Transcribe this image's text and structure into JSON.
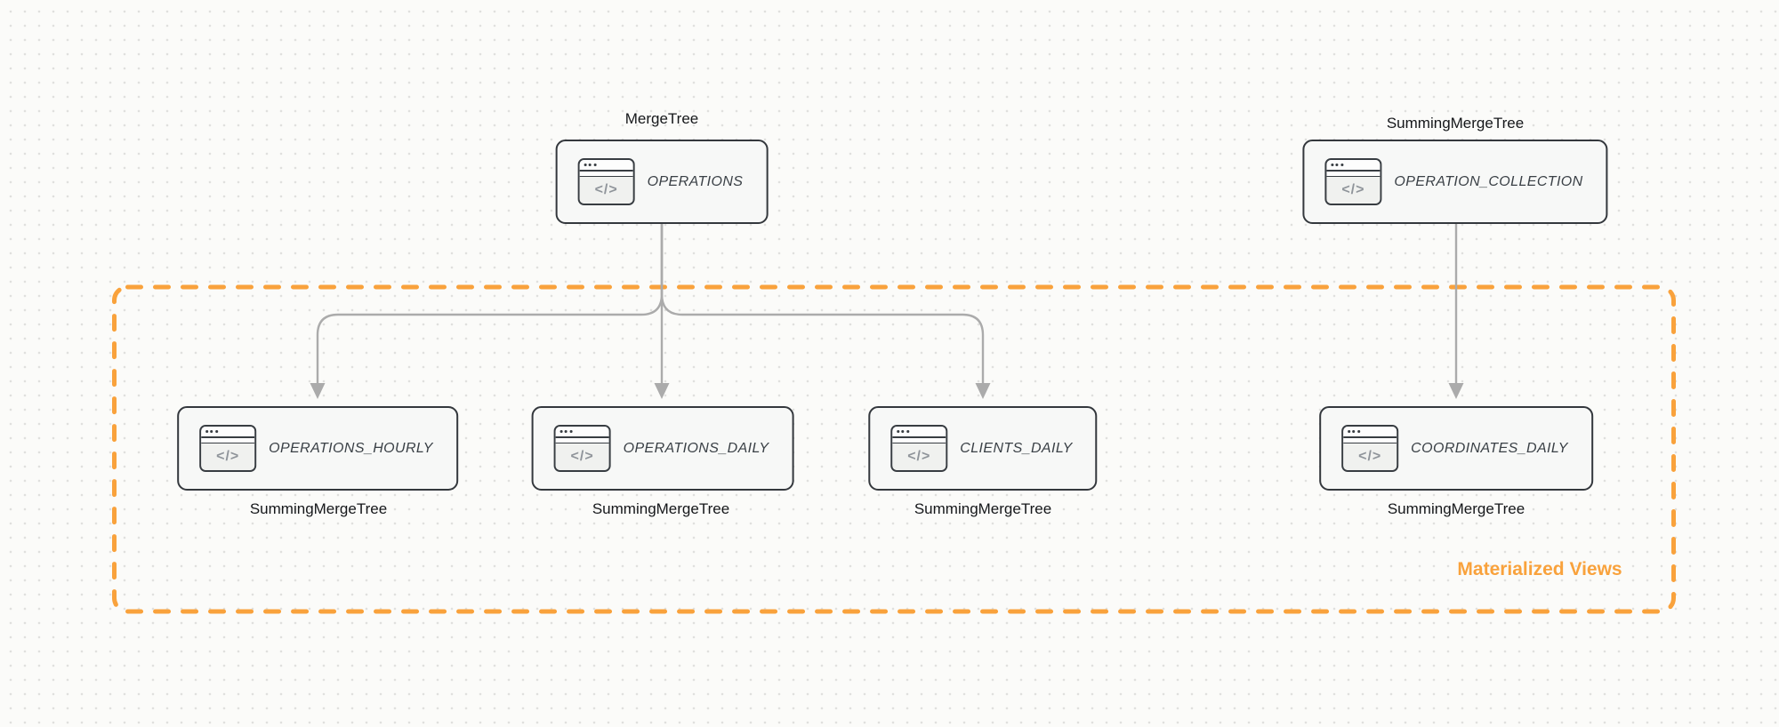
{
  "diagram": {
    "icon_glyph": "</>",
    "region": {
      "label": "Materialized Views",
      "border_color": "#F9A23C"
    },
    "nodes": {
      "operations": {
        "table": "OPERATIONS",
        "engine": "MergeTree"
      },
      "operation_collection": {
        "table": "OPERATION_COLLECTION",
        "engine": "SummingMergeTree"
      },
      "operations_hourly": {
        "table": "OPERATIONS_HOURLY",
        "engine": "SummingMergeTree"
      },
      "operations_daily": {
        "table": "OPERATIONS_DAILY",
        "engine": "SummingMergeTree"
      },
      "clients_daily": {
        "table": "CLIENTS_DAILY",
        "engine": "SummingMergeTree"
      },
      "coordinates_daily": {
        "table": "COORDINATES_DAILY",
        "engine": "SummingMergeTree"
      }
    },
    "edges": [
      {
        "from": "OPERATIONS",
        "to": "OPERATIONS_HOURLY"
      },
      {
        "from": "OPERATIONS",
        "to": "OPERATIONS_DAILY"
      },
      {
        "from": "OPERATIONS",
        "to": "CLIENTS_DAILY"
      },
      {
        "from": "OPERATION_COLLECTION",
        "to": "COORDINATES_DAILY"
      }
    ],
    "colors": {
      "node_border": "#34383D",
      "node_fill": "#F7F8F7",
      "arrow": "#ABABAB",
      "accent_orange": "#F9A23C",
      "canvas_bg": "#FBFBF9",
      "dot_grid": "#E0E0DE"
    }
  }
}
